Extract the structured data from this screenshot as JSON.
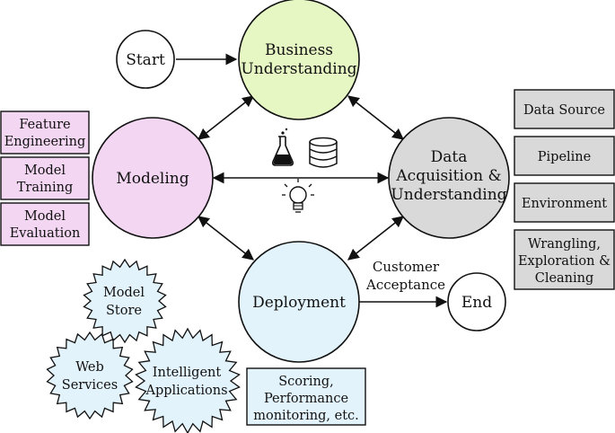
{
  "colors": {
    "business": "#e6f7c4",
    "modeling": "#f2d6f2",
    "acquisition": "#d9d9d9",
    "deployment": "#e3f3fb",
    "stroke": "#111111",
    "white": "#ffffff"
  },
  "nodes": {
    "start": "Start",
    "business": [
      "Business",
      "Understanding"
    ],
    "modeling": "Modeling",
    "acquisition": [
      "Data",
      "Acquisition &",
      "Understanding"
    ],
    "deployment": "Deployment",
    "end": "End"
  },
  "modeling_boxes": [
    [
      "Feature",
      "Engineering"
    ],
    [
      "Model",
      "Training"
    ],
    [
      "Model",
      "Evaluation"
    ]
  ],
  "acquisition_boxes": [
    [
      "Data Source"
    ],
    [
      "Pipeline"
    ],
    [
      "Environment"
    ],
    [
      "Wrangling,",
      "Exploration &",
      "Cleaning"
    ]
  ],
  "deployment_box": [
    "Scoring,",
    "Performance",
    "monitoring, etc."
  ],
  "customer_acceptance": [
    "Customer",
    "Acceptance"
  ],
  "deployment_stars": [
    [
      "Model",
      "Store"
    ],
    [
      "Web",
      "Services"
    ],
    [
      "Intelligent",
      "Applications"
    ]
  ],
  "center_icons": [
    "flask-icon",
    "database-icon",
    "lightbulb-icon"
  ]
}
